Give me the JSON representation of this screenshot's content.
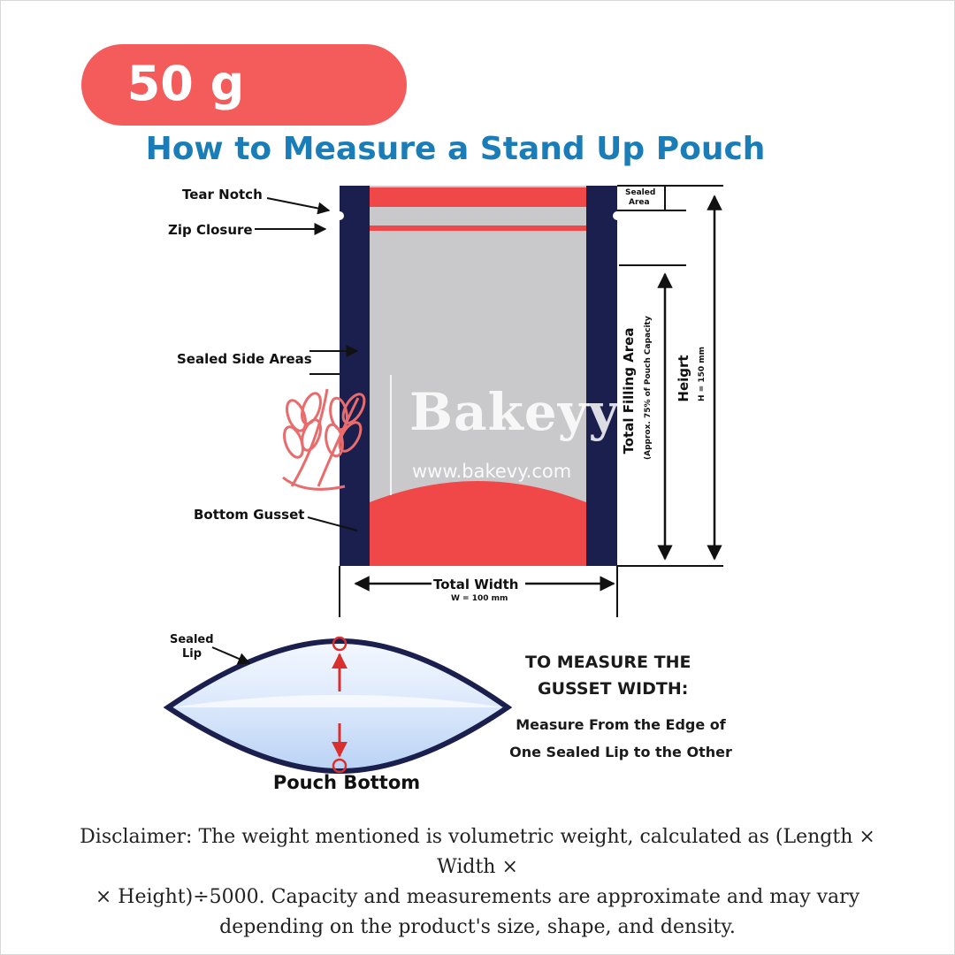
{
  "badge": {
    "text": "50 g",
    "color": "#f45b5b"
  },
  "title": "How to Measure a Stand Up Pouch",
  "labels": {
    "tear_notch": "Tear Notch",
    "zip_closure": "Zip Closure",
    "sealed_side_areas": "Sealed Side Areas",
    "bottom_gusset": "Bottom Gusset",
    "sealed_area_line1": "Sealed",
    "sealed_area_line2": "Area",
    "total_filling_area": "Total Filling Area",
    "filling_note": "(Approx. 75% of Pouch Capacity",
    "height_label": "Heigrt",
    "height_value": "H = 150 mm",
    "total_width": "Total Width",
    "width_value": "W = 100 mm",
    "sealed_lip_line1": "Sealed",
    "sealed_lip_line2": "Lip"
  },
  "gusset": {
    "heading_line1": "TO MEASURE THE",
    "heading_line2": "GUSSET WIDTH:",
    "text_line1": "Measure From the Edge of",
    "text_line2": "One Sealed Lip to the Other"
  },
  "pouch_bottom": "Pouch Bottom",
  "watermark": {
    "brand": "Bakeyy",
    "url": "www.bakevy.com"
  },
  "disclaimer": {
    "line1": "Disclaimer: The weight mentioned is volumetric weight, calculated as (Length × Width ×",
    "line2": "× Height)÷5000. Capacity and measurements are approximate and may vary",
    "line3": "depending on the product's size, shape, and density."
  },
  "colors": {
    "navy": "#1a1f4e",
    "red": "#f04848",
    "grey": "#c9c9cb",
    "title_blue": "#1b7db8"
  }
}
